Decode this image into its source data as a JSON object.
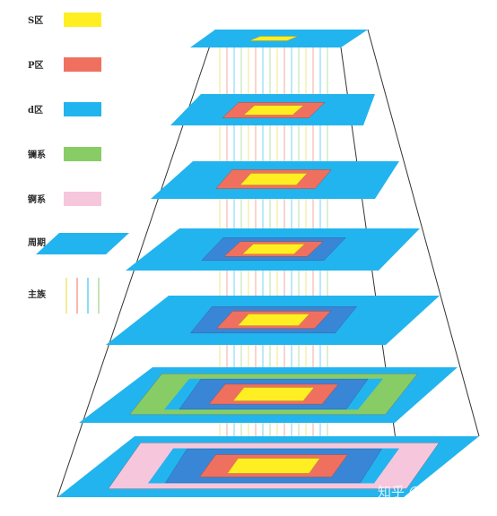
{
  "legend": [
    {
      "label": "S区",
      "color": "#ffee22"
    },
    {
      "label": "P区",
      "color": "#f07060"
    },
    {
      "label": "d区",
      "color": "#22b4ee"
    },
    {
      "label": "镧系",
      "color": "#88cc66"
    },
    {
      "label": "锕系",
      "color": "#f6c6dc"
    },
    {
      "label": "周期",
      "color": "#22b4ee"
    },
    {
      "label": "主族",
      "color": ""
    }
  ],
  "periods": [
    {
      "period": 1,
      "blocks": [
        "s"
      ]
    },
    {
      "period": 2,
      "blocks": [
        "s",
        "p"
      ]
    },
    {
      "period": 3,
      "blocks": [
        "s",
        "p"
      ]
    },
    {
      "period": 4,
      "blocks": [
        "s",
        "p",
        "d"
      ]
    },
    {
      "period": 5,
      "blocks": [
        "s",
        "p",
        "d"
      ]
    },
    {
      "period": 6,
      "blocks": [
        "s",
        "p",
        "d",
        "f"
      ]
    },
    {
      "period": 7,
      "blocks": [
        "s",
        "p",
        "d",
        "f"
      ]
    }
  ],
  "group_line_colors": [
    "#e8d830",
    "#f07060",
    "#22b4ee",
    "#88cc66"
  ],
  "watermark": "知乎 @高华棣"
}
